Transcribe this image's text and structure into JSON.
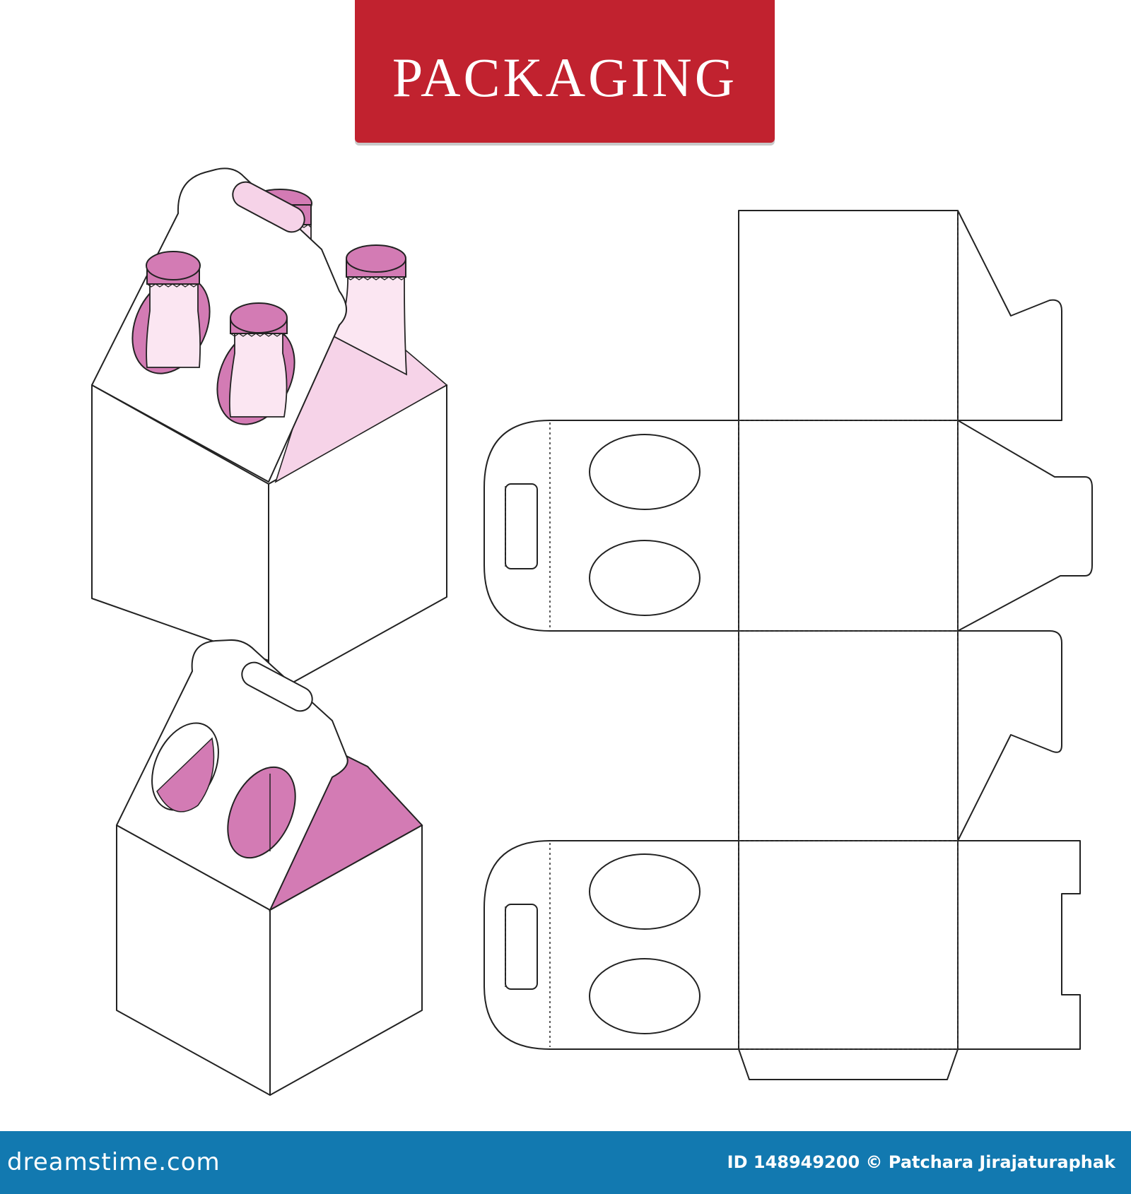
{
  "title": {
    "text": "PACKAGING",
    "background": "#c1222f"
  },
  "footer": {
    "logo": "dreamstime.com",
    "credit": "ID 148949200 © Patchara Jirajaturaphak",
    "background": "#1279b0"
  },
  "colors": {
    "accent_pink": "#d37bb4",
    "light_pink": "#fbe6f2",
    "line": "#222222"
  },
  "illustrations": [
    {
      "name": "assembled-box-with-bottles",
      "bottles": 4
    },
    {
      "name": "assembled-box-empty"
    },
    {
      "name": "die-cut-template",
      "handle_cutouts": 2,
      "bottle_holes": 4
    }
  ]
}
